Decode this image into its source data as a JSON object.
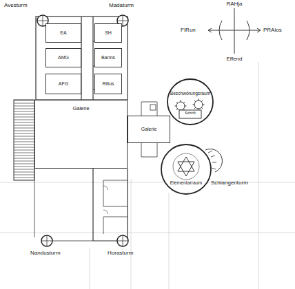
{
  "diagram": {
    "nodes": [
      {
        "text": [
          "EA"
        ]
      },
      {
        "text": [
          "SH"
        ]
      },
      {
        "text": [
          "AMG"
        ]
      },
      {
        "text": [
          "Barms"
        ]
      },
      {
        "text": [
          "AFG"
        ]
      },
      {
        "text": [
          "Rilius"
        ]
      },
      {
        "text": [
          "Galerie"
        ]
      },
      {
        "text": [
          "Galerie"
        ]
      },
      {
        "text": [
          "Beschwörungsraum"
        ]
      },
      {
        "text": [
          "Elementarraum"
        ]
      }
    ],
    "labels": [
      "Avesturm",
      "Madaturm",
      "RAHja",
      "FIRun",
      "PRAios",
      "Effend",
      "Schrift",
      "Schlangenturm",
      "Nandusturm",
      "Horasturm"
    ]
  }
}
